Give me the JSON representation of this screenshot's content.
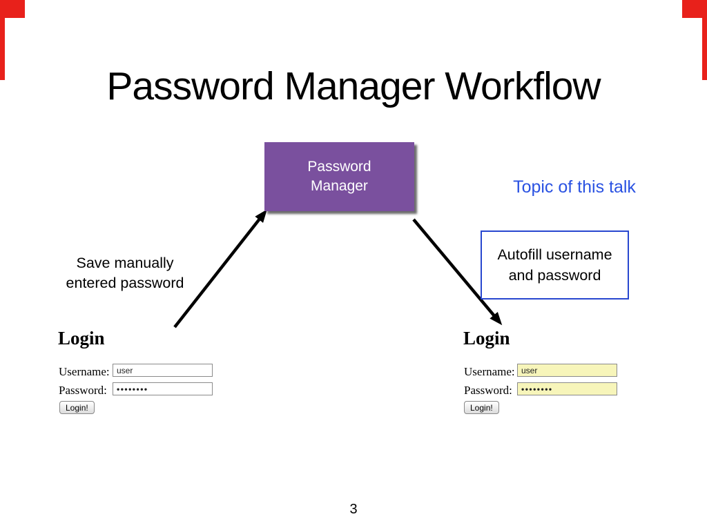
{
  "slide": {
    "title": "Password Manager Workflow",
    "page_number": "3"
  },
  "frame": {
    "accent_color": "#e8211b"
  },
  "diagram": {
    "manager_box": {
      "line1": "Password",
      "line2": "Manager",
      "fill_color": "#7a509e",
      "text_color": "#ffffff"
    },
    "topic_note": {
      "text": "Topic of this talk",
      "color": "#2a52e2"
    },
    "autofill_box": {
      "line1": "Autofill username",
      "line2": "and password",
      "border_color": "#2746cf"
    },
    "save_note": {
      "line1": "Save manually",
      "line2": "entered password"
    },
    "arrow_color": "#000000"
  },
  "login_manual": {
    "heading": "Login",
    "username_label": "Username:",
    "username_value": "user",
    "password_label": "Password:",
    "password_value": "••••••••",
    "button_label": "Login!",
    "input_bg": "#ffffff"
  },
  "login_autofill": {
    "heading": "Login",
    "username_label": "Username:",
    "username_value": "user",
    "password_label": "Password:",
    "password_value": "••••••••",
    "button_label": "Login!",
    "input_bg": "#f7f5ba"
  }
}
